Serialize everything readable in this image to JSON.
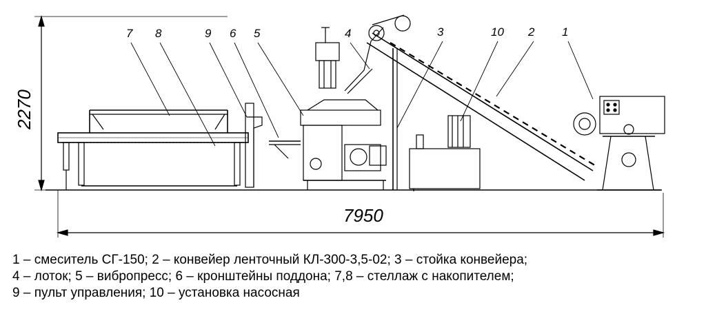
{
  "dimensions": {
    "height": "2270",
    "width": "7950"
  },
  "callouts": [
    "7",
    "8",
    "9",
    "6",
    "5",
    "4",
    "3",
    "10",
    "2",
    "1"
  ],
  "caption": [
    "1 – смеситель СГ-150; 2 – конвейер ленточный КЛ-300-3,5-02; 3 – стойка конвейера;",
    "4 – лоток; 5 – вибропресс; 6 – кронштейны поддона; 7,8 – стеллаж с накопителем;",
    "9 – пульт управления; 10 – установка насосная"
  ]
}
